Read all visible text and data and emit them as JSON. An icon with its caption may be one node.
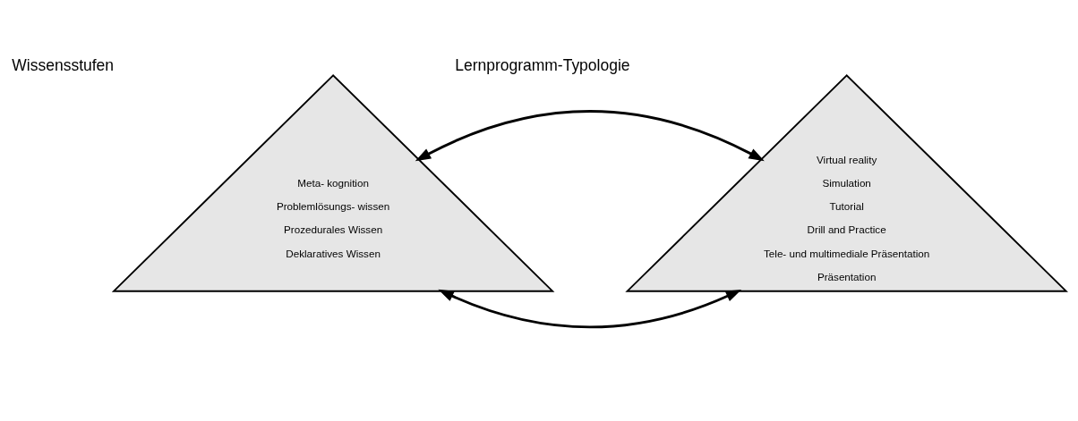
{
  "diagram": {
    "nodes": [
      {
        "text": [
          "Meta- kognition",
          "Problemlösungs- wissen",
          "Prozedurales Wissen",
          "Deklaratives Wissen"
        ],
        "beside": [
          "Wissensstufen"
        ]
      },
      {
        "text": [
          "Virtual reality",
          "Simulation",
          "Tutorial",
          "Drill and Practice",
          "Tele- und multimediale Präsentation",
          "Präsentation"
        ],
        "beside": [
          "Lernprogramm-Typologie"
        ]
      }
    ],
    "edges": [
      {
        "from": 0,
        "to": 1,
        "arrow": "both"
      },
      {
        "from": 0,
        "to": 1,
        "arrow": "both"
      }
    ]
  }
}
